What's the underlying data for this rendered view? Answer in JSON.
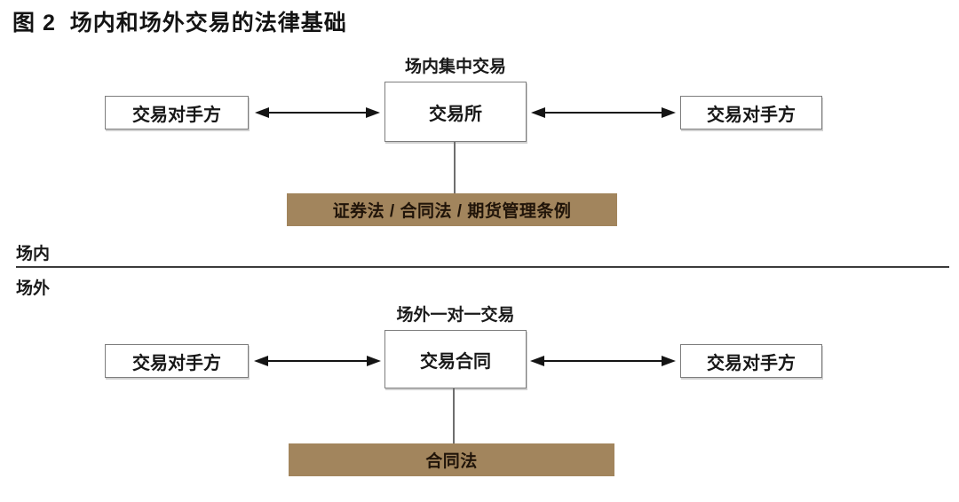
{
  "figure": {
    "title": "图 2  场内和场外交易的法律基础"
  },
  "colors": {
    "law_bar_bg": "#a2855d",
    "law_bar_text": "#201409",
    "line_color": "#141414",
    "box_border": "#7d7d7d",
    "divider_color": "#3b3b3b"
  },
  "sections": {
    "inside": {
      "zone_label": "场内",
      "group_label": "场内集中交易",
      "center_box": "交易所",
      "left_box": "交易对手方",
      "right_box": "交易对手方",
      "law_bar": "证券法 / 合同法 / 期货管理条例"
    },
    "outside": {
      "zone_label": "场外",
      "group_label": "场外一对一交易",
      "center_box": "交易合同",
      "left_box": "交易对手方",
      "right_box": "交易对手方",
      "law_bar": "合同法"
    }
  }
}
